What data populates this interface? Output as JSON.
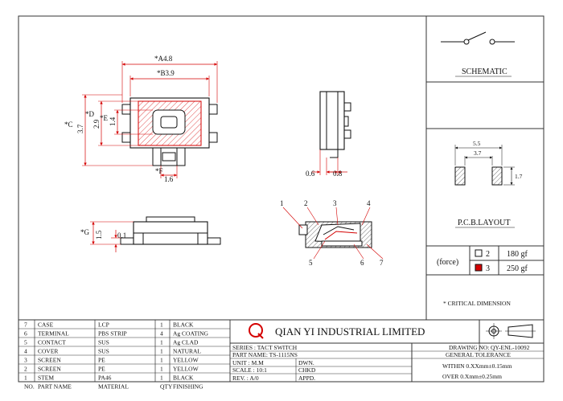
{
  "colors": {
    "line": "#111111",
    "accent": "#d40000",
    "brand": "#d40000",
    "frame": "#333333"
  },
  "views": {
    "top": {
      "dim_a": "*A4.8",
      "dim_b": "*B3.9",
      "dim_c": "*C",
      "dim_c_val": "3.7",
      "dim_d": "*D",
      "dim_d_val": "2.9",
      "dim_e": "*E",
      "dim_e_val": "1.4",
      "dim_f": "*F",
      "dim_f_val": "1.6"
    },
    "side": {
      "dim_left": "0.6",
      "dim_right": "0.8"
    },
    "front": {
      "dim_g": "*G",
      "dim_g_val": "1.5",
      "dim_small": "0.1"
    },
    "section": {
      "callouts": [
        "1",
        "2",
        "3",
        "4",
        "5",
        "6",
        "7"
      ]
    }
  },
  "schematic": {
    "title": "SCHEMATIC"
  },
  "pcb": {
    "title": "P.C.B.LAYOUT",
    "dim_outer": "5.5",
    "dim_inner": "3.7",
    "dim_height": "1.7"
  },
  "force": {
    "label": "(force)",
    "options": [
      {
        "num": "2",
        "value": "180 gf",
        "selected": false
      },
      {
        "num": "3",
        "value": "250 gf",
        "selected": true
      }
    ]
  },
  "critical_note": "* CRITICAL DIMENSION",
  "bom": {
    "header": [
      "NO.",
      "PART NAME",
      "MATERIAL",
      "QTY",
      "FINISHING"
    ],
    "rows": [
      [
        "7",
        "CASE",
        "LCP",
        "1",
        "BLACK"
      ],
      [
        "6",
        "TERMINAL",
        "PBS STRIP",
        "4",
        "Ag COATING"
      ],
      [
        "5",
        "CONTACT",
        "SUS",
        "1",
        "Ag CLAD"
      ],
      [
        "4",
        "COVER",
        "SUS",
        "1",
        "NATURAL"
      ],
      [
        "3",
        "SCREEN",
        "PE",
        "1",
        "YELLOW"
      ],
      [
        "2",
        "SCREEN",
        "PE",
        "1",
        "YELLOW"
      ],
      [
        "1",
        "STEM",
        "PA46",
        "1",
        "BLACK"
      ]
    ]
  },
  "title_block": {
    "company": "QIAN YI INDUSTRIAL LIMITED",
    "logo_letter": "Q",
    "series": "SERIES : TACT SWITCH",
    "part_name": "PART NAME: TS-1115NS",
    "unit": "UNIT : M.M",
    "dwn": "DWN.",
    "scale": "SCALE : 10:1",
    "chkd": "CHKD",
    "rev": "REV. : A/0",
    "appd": "APPD.",
    "drawing_no_label": "DRAWING NO:",
    "drawing_no": "QY-ENL-10092",
    "tolerance_title": "GENERAL TOLERANCE",
    "tolerance_within": "WITHIN 0.XXmm±0.15mm",
    "tolerance_over": "OVER   0.Xmm±0.25mm"
  }
}
